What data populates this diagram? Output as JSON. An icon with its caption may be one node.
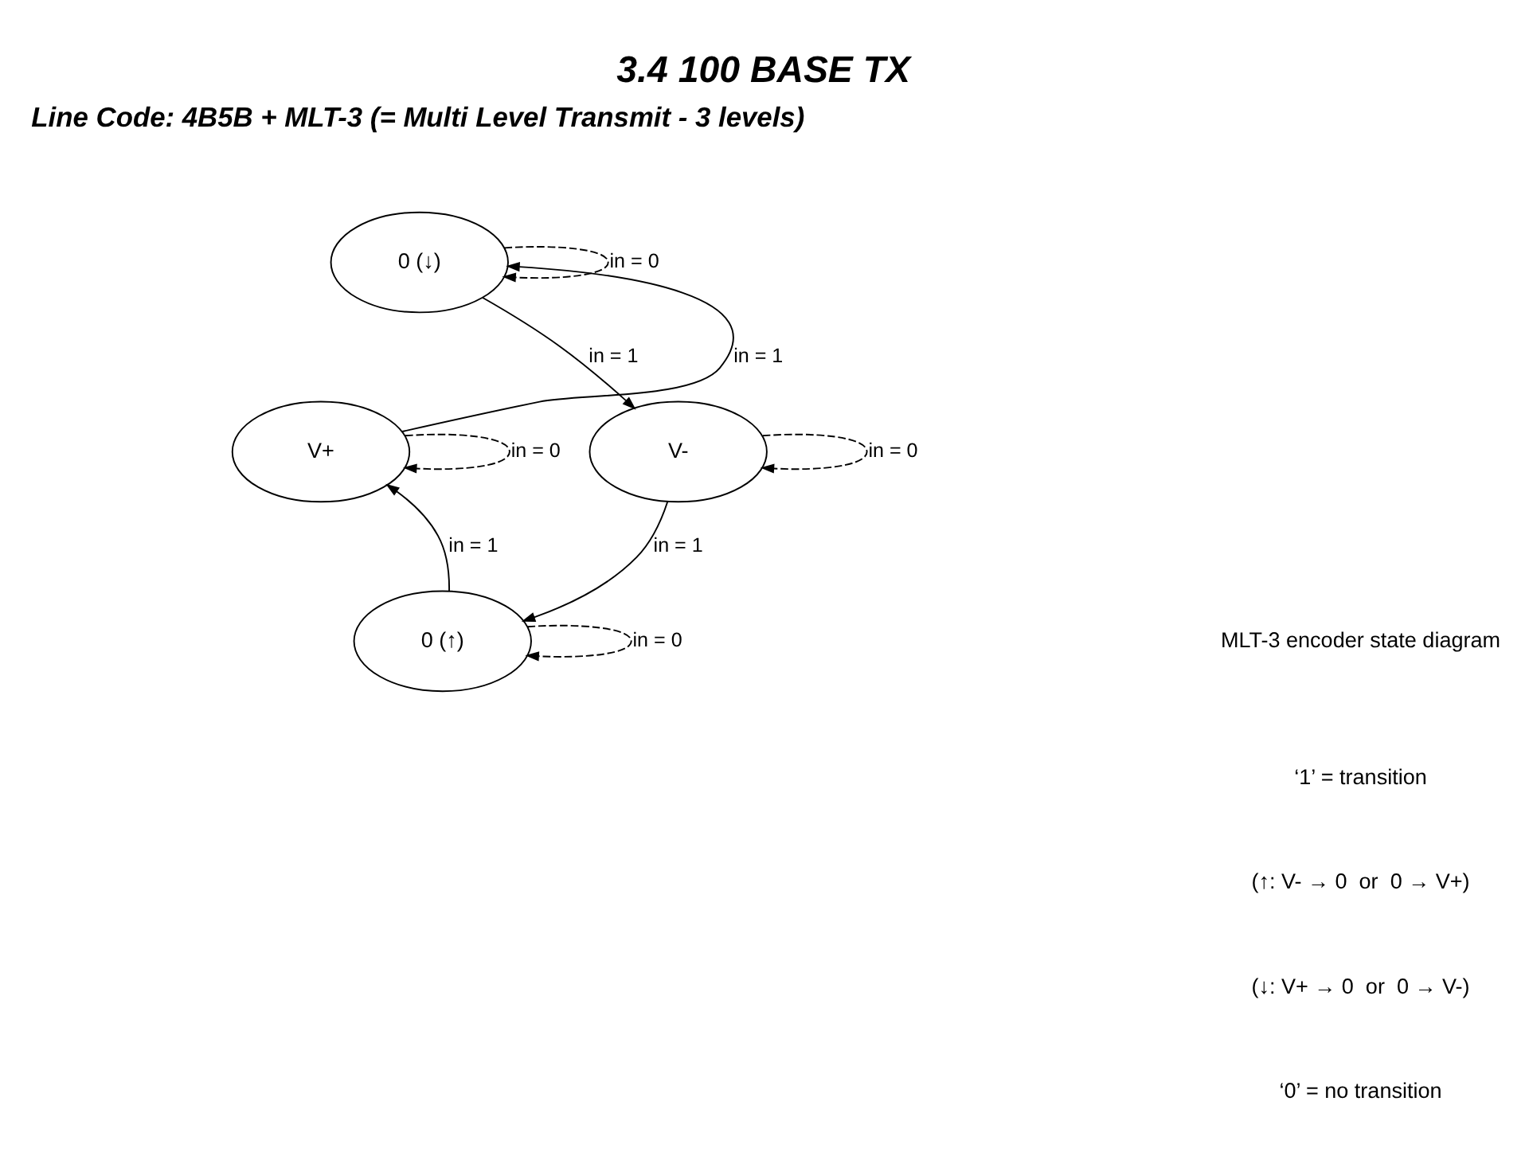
{
  "diagram": {
    "title": "3.4 100 BASE TX",
    "nodes": [
      {
        "text": [
          "0 (↓)"
        ]
      },
      {
        "text": [
          "V+"
        ]
      },
      {
        "text": [
          "V-"
        ]
      },
      {
        "text": [
          "0 (↑)"
        ]
      }
    ],
    "edges": [
      {
        "from": 0,
        "to": 0,
        "arrow": "to",
        "label": "in = 0",
        "style": "dashed"
      },
      {
        "from": 1,
        "to": 1,
        "arrow": "to",
        "label": "in = 0",
        "style": "dashed"
      },
      {
        "from": 1,
        "to": 0,
        "arrow": "to",
        "label": "in = 1"
      },
      {
        "from": 0,
        "to": 2,
        "arrow": "to",
        "label": "in = 1"
      },
      {
        "from": 2,
        "to": 2,
        "arrow": "to",
        "label": "in = 0",
        "style": "dashed"
      },
      {
        "from": 3,
        "to": 1,
        "arrow": "to",
        "label": "in = 1"
      },
      {
        "from": 2,
        "to": 3,
        "arrow": "to",
        "label": "in = 1"
      },
      {
        "from": 3,
        "to": 3,
        "arrow": "to",
        "label": "in = 0",
        "style": "dashed"
      }
    ],
    "labels": [
      "Line Code: 4B5B + MLT-3 (= Multi Level Transmit - 3 levels)",
      "MLT-3 encoder state diagram",
      "‘1’ = transition",
      "(↑: V- → 0  or  0 → V+)",
      "(↓: V+ → 0  or  0 → V-)",
      "‘0’ = no transition"
    ]
  }
}
